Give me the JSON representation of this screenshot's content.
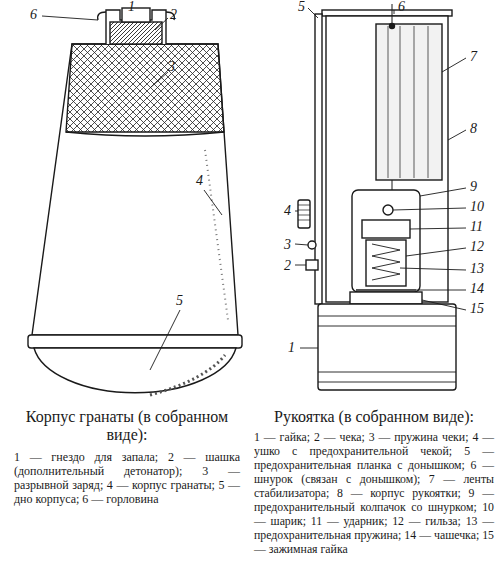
{
  "diagram": {
    "labels": [
      "1",
      "6",
      "2",
      "3",
      "4",
      "5",
      "Корпус гранаты (в собранном виде):",
      "1 — гнездо для запала;",
      "2 — шашка (дополнительный детонатор);",
      "3 — разрывной заряд;",
      "4 — корпус гранаты;",
      "5 — дно корпуса;",
      "6 — горловина",
      "5",
      "6",
      "7",
      "8",
      "4",
      "9",
      "10",
      "3",
      "2",
      "11",
      "12",
      "13",
      "14",
      "15",
      "1",
      "Рукоятка (в собранном виде):",
      "1 — гайка;",
      "2 — чека;",
      "3 — пружина чеки;",
      "4 — ушко с предохранительной чекой;",
      "5 — предохранительная планка с донышком;",
      "6 — шнурок (связан с донышком);",
      "7 — ленты стабилизатора;",
      "8 — корпус рукоятки;",
      "9 — предохранительный колпачок со шнурком;",
      "10 — шарик;",
      "11 — ударник;",
      "12 — гильза;",
      "13 — предохранительная пружина;",
      "14 — чашечка;",
      "15 — зажимная гайка"
    ]
  }
}
